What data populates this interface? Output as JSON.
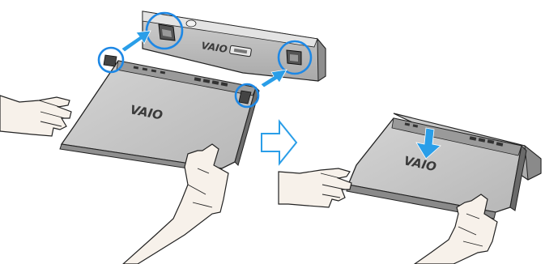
{
  "figure": {
    "panels": [
      {
        "name": "before-docking",
        "logo_laptop": "VAIO",
        "logo_dock": "VAIO"
      },
      {
        "name": "after-docking",
        "logo_laptop": "VAIO"
      }
    ],
    "colors": {
      "arrow_blue": "#2a9ee8",
      "circle_blue": "#1e88e5",
      "device_light": "#c9c9c9",
      "device_mid": "#a8a8a8",
      "device_dark": "#555555",
      "skin": "#f7f1ea",
      "outline": "#222222"
    },
    "icons": [
      "insert-arrow-icon",
      "next-step-arrow-icon",
      "press-down-arrow-icon",
      "highlight-circle-icon"
    ]
  }
}
